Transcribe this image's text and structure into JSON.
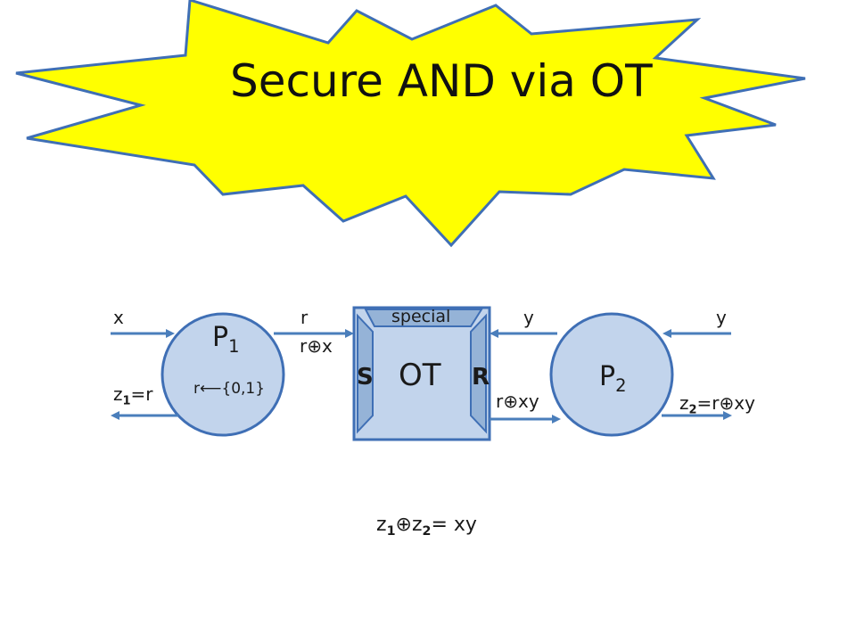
{
  "title": "Secure AND via OT",
  "colors": {
    "burst_fill": "#ffff00",
    "burst_stroke": "#3f6fb5",
    "party_fill": "#c2d4ec",
    "party_stroke": "#3f6fb5",
    "ot_fill": "#c2d4ec",
    "ot_side_fill": "#95b3d7",
    "ot_stroke": "#3f6fb5",
    "arrow": "#4a7ebb"
  },
  "party1": {
    "name": "P",
    "index": "1",
    "sample_var": "r",
    "sample_arrow": "⟵",
    "sample_set": "{0,1}"
  },
  "party2": {
    "name": "P",
    "index": "2"
  },
  "ot": {
    "label": "OT",
    "sender": "S",
    "receiver": "R",
    "tab": "special"
  },
  "inputs": {
    "p1_in": "x",
    "p2_in": "y",
    "ot_r": "r",
    "ot_y": "y"
  },
  "messages": {
    "p1_to_ot_left": "r",
    "p1_to_ot_right": "x",
    "ot_to_p2_left": "r",
    "ot_to_p2_right": "xy"
  },
  "outputs": {
    "z1_var": "z",
    "z1_index": "1",
    "z1_value": "=r",
    "z2_var": "z",
    "z2_index": "2",
    "z2_value_left": "=r",
    "z2_value_right": "xy"
  },
  "equation": {
    "left_var": "z",
    "left_index": "1",
    "right_var": "z",
    "right_index": "2",
    "rhs": "= xy"
  },
  "xor_symbol": "⊕"
}
